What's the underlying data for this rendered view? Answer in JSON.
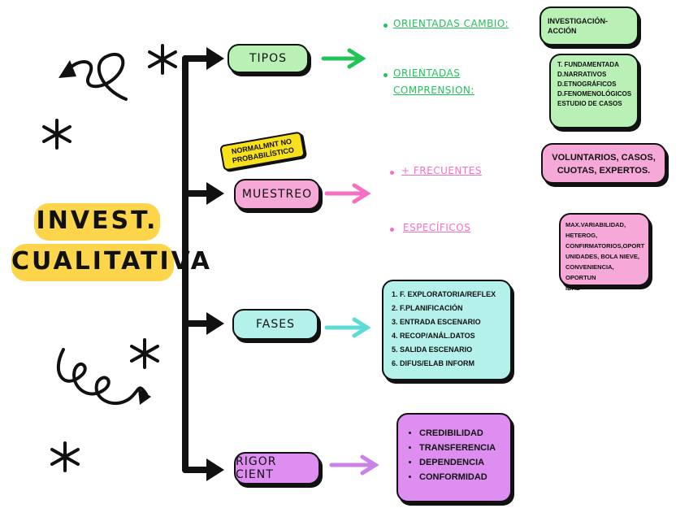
{
  "title": {
    "line1": "INVEST.",
    "line2": "CUALITATIVA"
  },
  "branches": {
    "tipos": {
      "label": "TIPOS",
      "items": [
        {
          "text": "ORIENTADAS CAMBIO:"
        },
        {
          "line1": "ORIENTADAS",
          "line2": "COMPRENSION:"
        }
      ],
      "boxes": {
        "cambio": "INVESTIGACIÓN-ACCIÓN",
        "comprension": [
          "T. FUNDAMENTADA",
          "D.NARRATIVOS",
          "D.ETNOGRÁFICOS",
          "D.FENOMENOLÓGICOS",
          "ESTUDIO DE CASOS"
        ]
      }
    },
    "muestreo": {
      "label": "MUESTREO",
      "badge": {
        "line1": "NORMALMNT NO",
        "line2": "PROBABILÍSTICO"
      },
      "items": [
        {
          "text": "+ FRECUENTES"
        },
        {
          "text": "ESPECÍFICOS"
        }
      ],
      "boxes": {
        "frecuentes": {
          "line1": "VOLUNTARIOS, CASOS,",
          "line2": "CUOTAS, EXPERTOS."
        },
        "especificos": [
          "MAX.VARIABILIDAD,",
          "HETEROG,",
          "CONFIRMATORIOS,OPORT",
          "UNIDADES, BOLA NIEVE,",
          "CONVENIENCIA, OPORTUN",
          "IDAD"
        ]
      }
    },
    "fases": {
      "label": "FASES",
      "list": [
        "1. F. EXPLORATORIA/REFLEX",
        "2. F.PLANIFICACIÓN",
        "3. ENTRADA ESCENARIO",
        "4. RECOP/ANÁL.DATOS",
        "5. SALIDA ESCENARIO",
        "6. DIFUS/ELAB INFORM"
      ]
    },
    "rigor": {
      "label": "RIGOR CIENT",
      "list": [
        "CREDIBILIDAD",
        "TRANSFERENCIA",
        "DEPENDENCIA",
        "CONFORMIDAD"
      ]
    }
  },
  "colors": {
    "title_bg": "#fcd54a",
    "green": "#b9f0b6",
    "pink": "#f6a9d8",
    "cyan": "#b4f1ea",
    "purple": "#dd8ef0",
    "green_arrow": "#22c35a",
    "pink_arrow": "#f76fc3",
    "cyan_arrow": "#5fdbd6",
    "purple_arrow": "#c983e6"
  }
}
